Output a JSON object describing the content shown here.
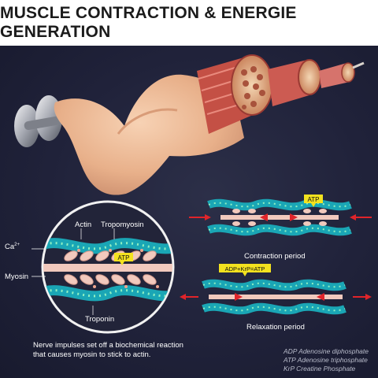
{
  "title": "MUSCLE CONTRACTION & ENERGIE GENERATION",
  "labels": {
    "actin": "Actin",
    "tropomyosin": "Tropomyosin",
    "calcium_base": "Ca",
    "calcium_sup": "2+",
    "myosin": "Myosin",
    "troponin": "Troponin",
    "atp_tag": "ATP",
    "atp_tag_contraction": "ATP",
    "adp_krp_tag": "ADP+KrP=ATP"
  },
  "periods": {
    "contraction": "Contraction period",
    "relaxation": "Relaxation period"
  },
  "caption": {
    "line1": "Nerve impulses set off a biochemical reaction",
    "line2": "that causes myosin to stick to actin."
  },
  "legend": {
    "adp": "ADP Adenosine diphosphate",
    "atp": "ATP Adenosine triphosphate",
    "krp": "KrP Creatine Phosphate"
  },
  "colors": {
    "background": "#1f2138",
    "skin": "#e9b48e",
    "muscle": "#c8504a",
    "actin": "#1aa6b5",
    "tropomyosin_beads": "#7fd7a7",
    "myosin": "#f1c9bd",
    "atp_tag": "#f3e21f",
    "arrow": "#e0242a"
  }
}
